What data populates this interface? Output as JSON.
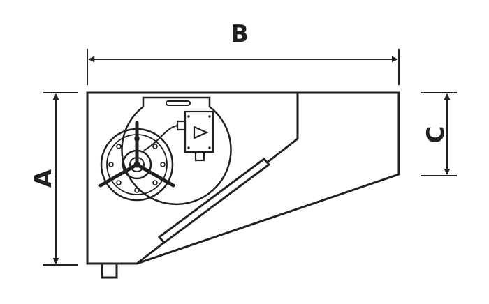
{
  "diagram": {
    "labels": {
      "width": "B",
      "height": "A",
      "outlet_height": "C"
    },
    "colors": {
      "stroke": "#231f20",
      "fill": "#ffffff"
    }
  }
}
